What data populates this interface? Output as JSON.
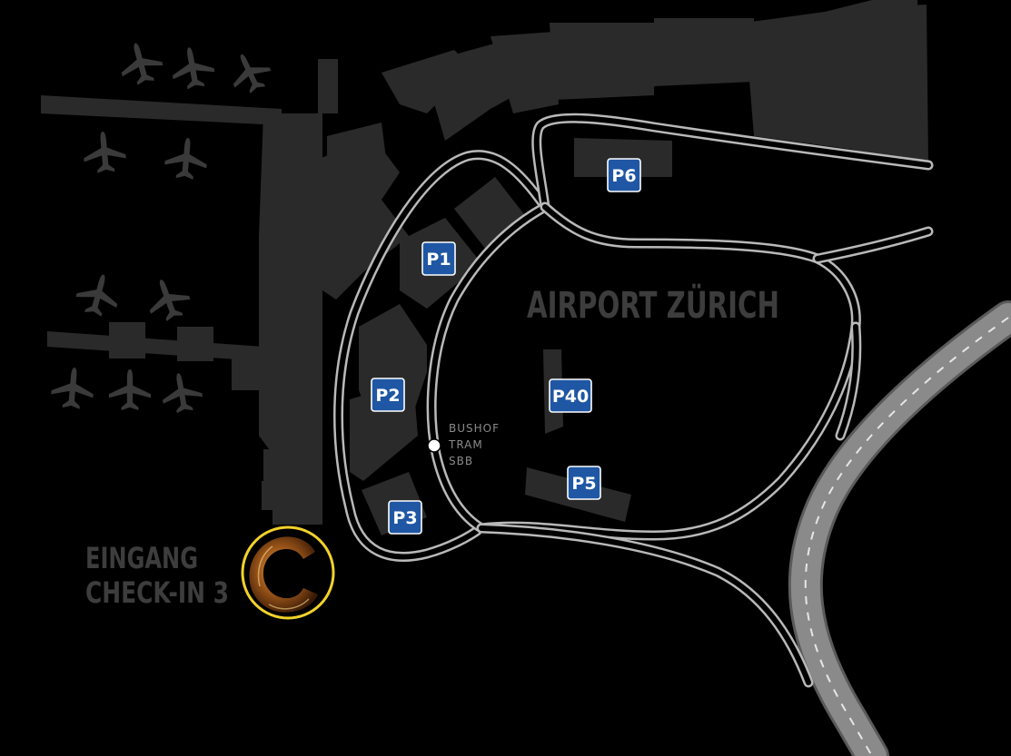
{
  "map": {
    "title": "AIRPORT ZÜRICH",
    "entrance": {
      "line1": "EINGANG",
      "line2": "CHECK-IN 3"
    },
    "transit_stop": {
      "line1": "BUSHOF",
      "line2": "TRAM",
      "line3": "SBB"
    },
    "parking": [
      {
        "id": "p1",
        "label": "P1"
      },
      {
        "id": "p2",
        "label": "P2"
      },
      {
        "id": "p3",
        "label": "P3"
      },
      {
        "id": "p5",
        "label": "P5"
      },
      {
        "id": "p6",
        "label": "P6"
      },
      {
        "id": "p40",
        "label": "P40"
      }
    ],
    "colors": {
      "parking_sign": "#1f57a4",
      "logo_ring": "#f2d22a",
      "logo_fill": "#8a4a12",
      "buildings": "#2a2a2a",
      "background": "#000000"
    },
    "icons": {
      "aircraft": "airplane-icon",
      "logo": "c-logo-icon"
    }
  }
}
